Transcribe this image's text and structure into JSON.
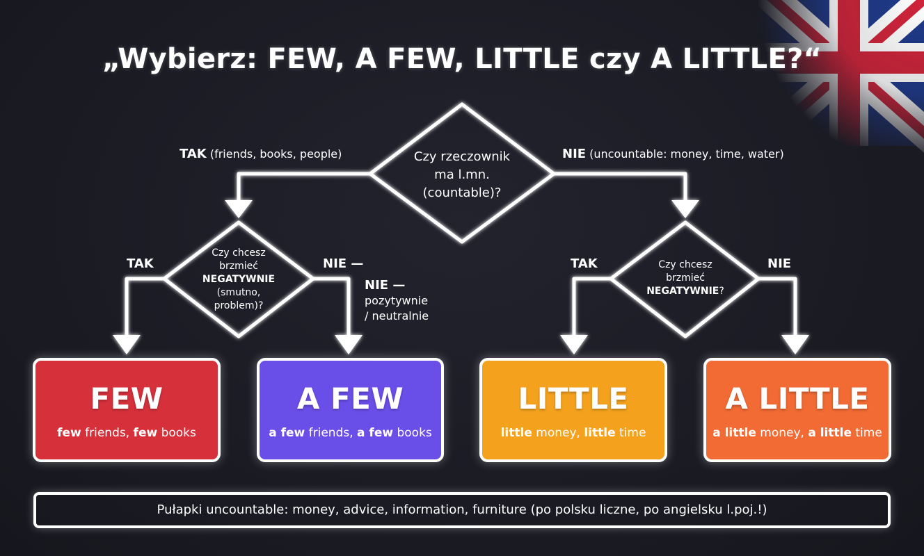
{
  "title": "„Wybierz: FEW, A FEW, LITTLE czy A LITTLE?“",
  "colors": {
    "background": "#1b1b24",
    "few": "#d6303b",
    "a_few": "#6a4ee8",
    "little": "#f4a11e",
    "a_little": "#f26a34",
    "line": "#ffffff"
  },
  "decoration": {
    "corner_flag": "united-kingdom-flag"
  },
  "diamonds": {
    "top": {
      "lines": [
        "Czy rzeczownik",
        "ma l.mn.",
        "(countable)?"
      ]
    },
    "left": {
      "line1": "Czy chcesz",
      "line2": "brzmieć",
      "line3_bold": "NEGATYWNIE",
      "line4": "(smutno,",
      "line5": "problem)?"
    },
    "right": {
      "line1": "Czy chcesz",
      "line2": "brzmieć",
      "line3_bold": "NEGATYWNIE",
      "line3_suffix": "?"
    }
  },
  "labels": {
    "top_yes": {
      "bold": "TAK",
      "rest": " (friends, books, people)"
    },
    "top_no": {
      "bold": "NIE",
      "rest": " (uncountable: money, time, water)"
    },
    "left_yes": "TAK",
    "left_no_short": "NIE —",
    "left_no_long": {
      "bold": "NIE —",
      "line2": "pozytywnie",
      "line3": "/ neutralnie"
    },
    "right_yes": "TAK",
    "right_no": "NIE"
  },
  "boxes": [
    {
      "word": "FEW",
      "ex_b1": "few",
      "ex_t1": " friends, ",
      "ex_b2": "few",
      "ex_t2": " books"
    },
    {
      "word": "A FEW",
      "ex_b1": "a few",
      "ex_t1": " friends, ",
      "ex_b2": "a few",
      "ex_t2": " books"
    },
    {
      "word": "LITTLE",
      "ex_b1": "little",
      "ex_t1": " money, ",
      "ex_b2": "little",
      "ex_t2": " time"
    },
    {
      "word": "A LITTLE",
      "ex_b1": "a little",
      "ex_t1": " money, ",
      "ex_b2": "a little",
      "ex_t2": " time"
    }
  ],
  "note": "Pułapki uncountable: money, advice, information, furniture (po polsku liczne, po angielsku l.poj.!)"
}
